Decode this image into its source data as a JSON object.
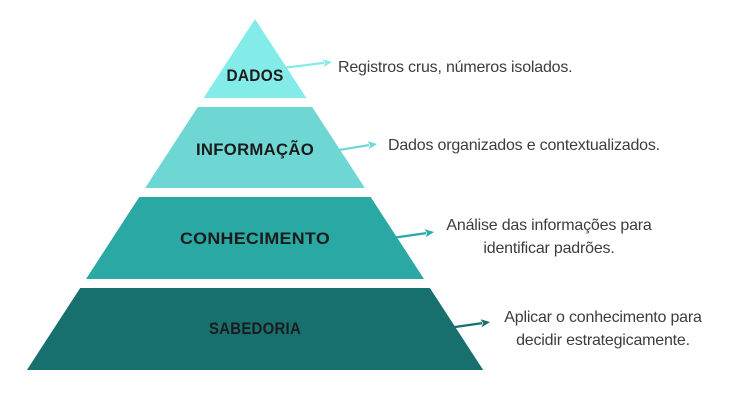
{
  "diagram": {
    "levels": [
      {
        "label": "DADOS",
        "description": "Registros crus, números isolados.",
        "color": "#84ECE8"
      },
      {
        "label": "INFORMAÇÃO",
        "description": "Dados organizados e contextualizados.",
        "color": "#6ED7D4"
      },
      {
        "label": "CONHECIMENTO",
        "description": "Análise das informações para identificar padrões.",
        "color": "#2AA8A4"
      },
      {
        "label": "SABEDORIA",
        "description": "Aplicar o conhecimento para decidir estrategicamente.",
        "color": "#17706E"
      }
    ],
    "label_color": "#1B1B1B",
    "description_color": "#3C3C3C",
    "background_color": "#FFFFFF"
  }
}
